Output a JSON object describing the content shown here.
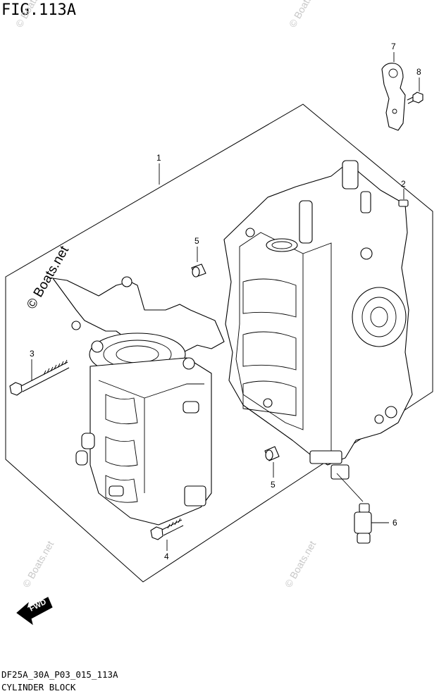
{
  "figure": {
    "title": "FIG.113A"
  },
  "footer": {
    "code": "DF25A_30A_P03_015_113A",
    "name": "CYLINDER BLOCK"
  },
  "callouts": [
    {
      "id": "1",
      "label": "1"
    },
    {
      "id": "2",
      "label": "2"
    },
    {
      "id": "3",
      "label": "3"
    },
    {
      "id": "4",
      "label": "4"
    },
    {
      "id": "5a",
      "label": "5"
    },
    {
      "id": "5b",
      "label": "5"
    },
    {
      "id": "6",
      "label": "6"
    },
    {
      "id": "7",
      "label": "7"
    },
    {
      "id": "8",
      "label": "8"
    }
  ],
  "watermark": {
    "text": "© Boats.net"
  },
  "fwd_arrow": {
    "label": "FWD"
  }
}
